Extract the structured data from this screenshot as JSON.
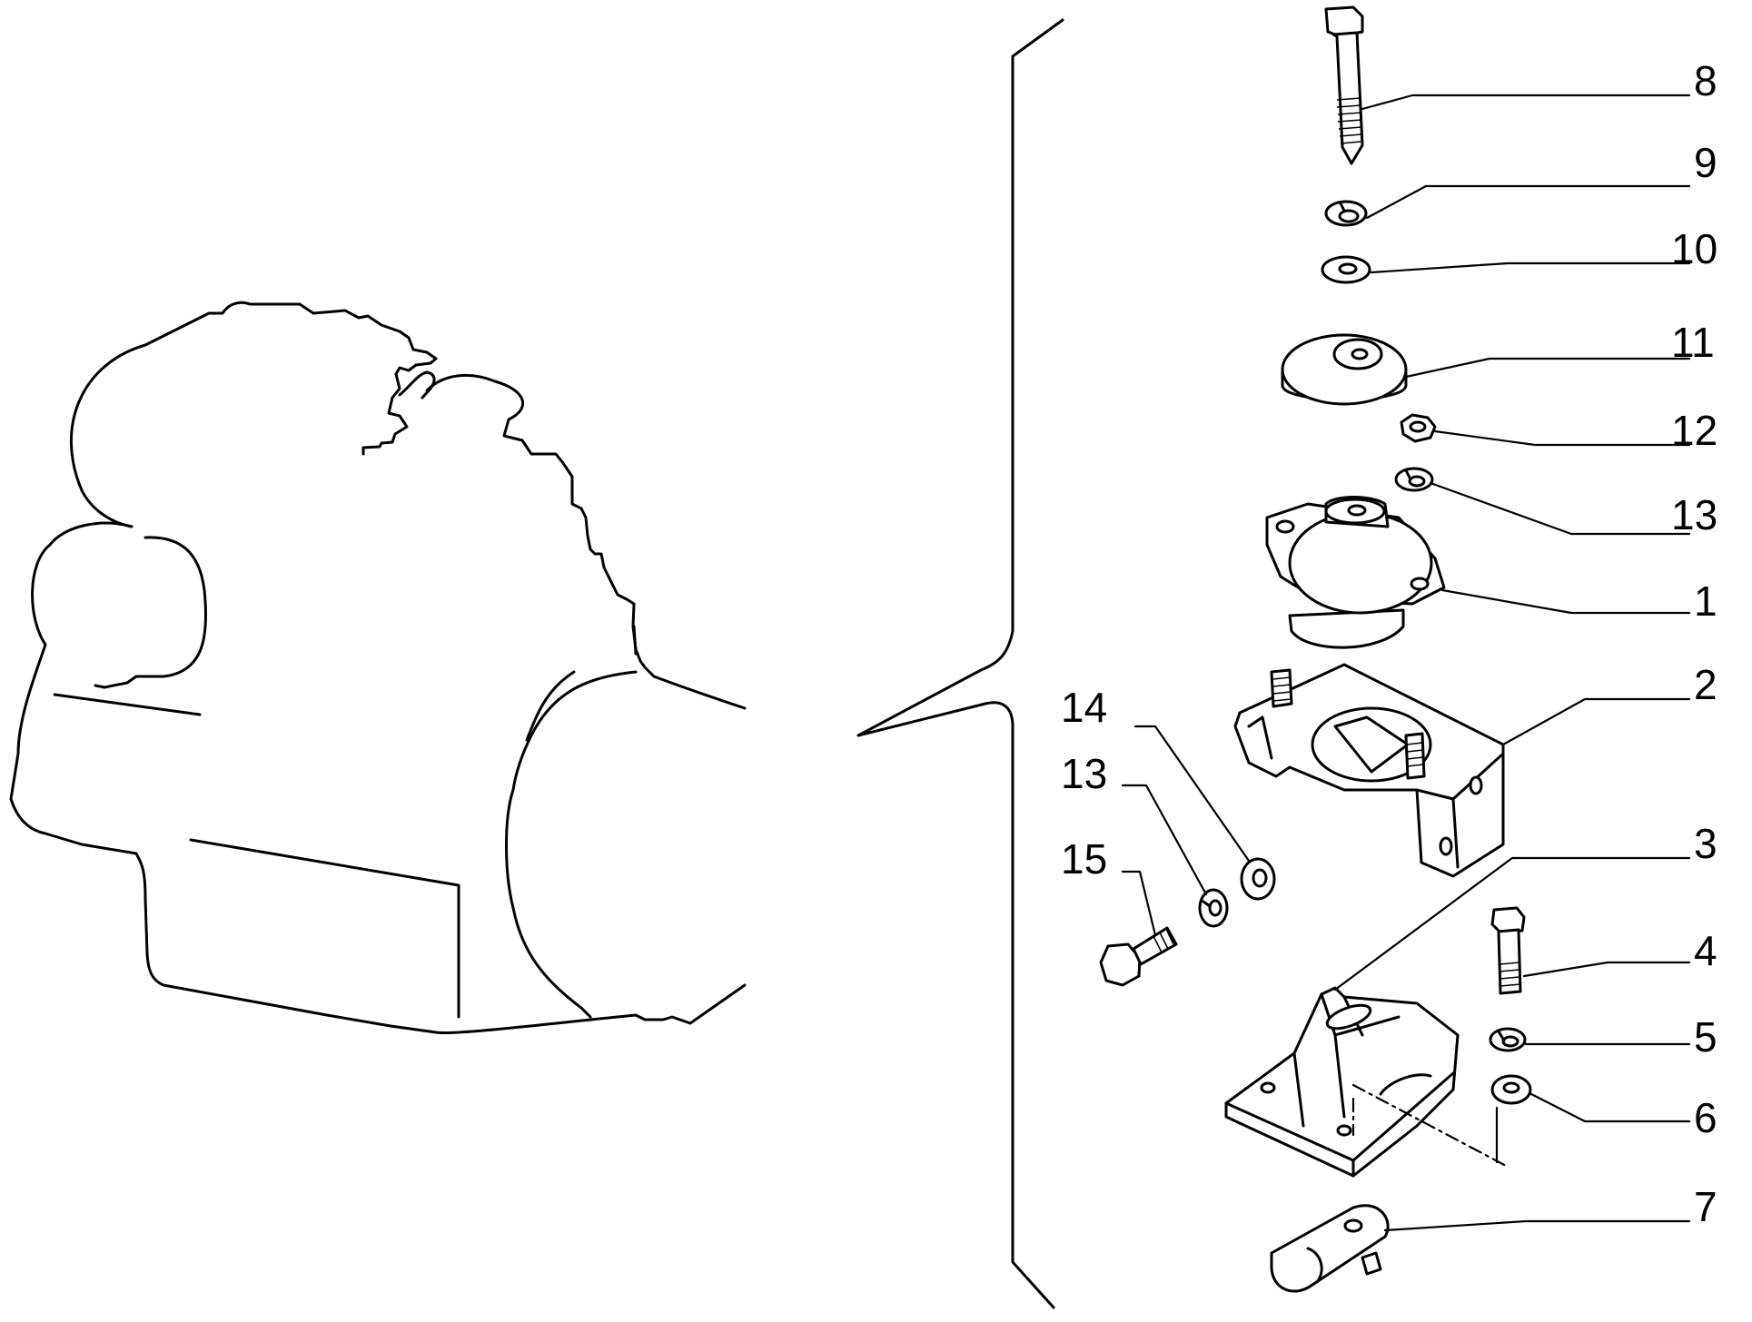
{
  "callouts": {
    "c8": "8",
    "c9": "9",
    "c10": "10",
    "c11": "11",
    "c12": "12",
    "c13a": "13",
    "c1": "1",
    "c2": "2",
    "c3": "3",
    "c4": "4",
    "c5": "5",
    "c6": "6",
    "c7": "7",
    "c14": "14",
    "c13b": "13",
    "c15": "15"
  }
}
